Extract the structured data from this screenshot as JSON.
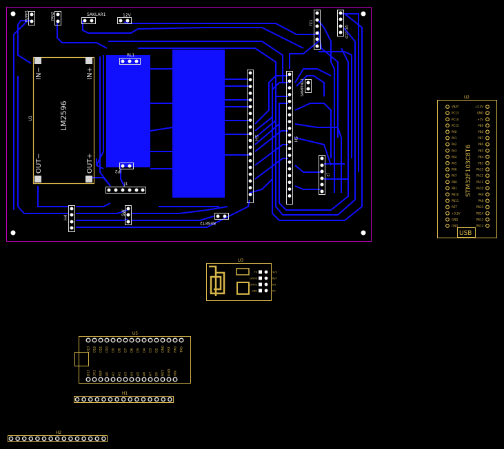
{
  "colors": {
    "background": "#000000",
    "board_outline": "#c000c0",
    "copper": "#1010ff",
    "silkscreen": "#e8e8e8",
    "footprint_outline": "#d6b54a"
  },
  "board": {
    "labels": {
      "pump": "PUMP1",
      "fan": "FAN2",
      "sensors": "SAKLAR1",
      "power": "12V",
      "relay": "RL1",
      "u1": "U1",
      "lm_part": "LM2596",
      "in_minus": "IN−",
      "in_plus": "IN+",
      "out_minus": "OUT−",
      "out_plus": "OUT+",
      "j1": "J1",
      "h4": "H4",
      "sw": "SW",
      "reset": "RESET2",
      "jp2": "JP2",
      "sh1": "SH",
      "sh2": "SH",
      "samping": "SAMPING1",
      "p1": "P1",
      "tc": "TC1",
      "lcd": "I2C LCD",
      "j2": "J2"
    }
  },
  "u2": {
    "ref": "U2",
    "part": "STM32F103C8T6",
    "usb": "USB",
    "left_pins": [
      "VBAT",
      "PC13",
      "PC14",
      "PC15",
      "PA0",
      "PA1",
      "PA2",
      "PA3",
      "PA4",
      "PA5",
      "PA6",
      "PA7",
      "PB0",
      "PB1",
      "PB10",
      "PB11",
      "RST",
      "+3.3V",
      "GND",
      "GND"
    ],
    "right_pins": [
      "+3.3V",
      "GND",
      "+5V",
      "PB9",
      "PB8",
      "PB7",
      "PB6",
      "PB5",
      "PB4",
      "PB3",
      "PA15",
      "PA12",
      "PA11",
      "PA10",
      "PA9",
      "PA8",
      "PB15",
      "PB14",
      "PB13",
      "PB12"
    ]
  },
  "u3": {
    "ref": "U3",
    "left_pins": [
      "TX",
      "GPIO0",
      "GPIO2",
      "GND"
    ],
    "right_pins": [
      "3V3",
      "RST",
      "EN",
      "RX"
    ]
  },
  "u5": {
    "ref": "U5",
    "top_pins": [
      "D13",
      "D12",
      "D11",
      "D10",
      "D9",
      "D8",
      "D7",
      "D6",
      "D5",
      "D4",
      "D3",
      "D2",
      "GND",
      "RST",
      "RX0",
      "TX0"
    ],
    "bottom_pins": [
      "D13",
      "3V3",
      "REF",
      "A0",
      "A1",
      "A2",
      "A3",
      "A4",
      "A5",
      "A6",
      "A7",
      "5V",
      "RST",
      "GND",
      "VIN"
    ]
  },
  "h1": {
    "ref": "H1"
  },
  "h2": {
    "ref": "H2"
  }
}
